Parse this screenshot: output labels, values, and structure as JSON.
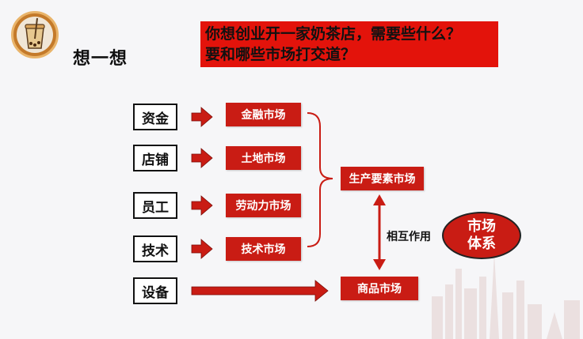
{
  "heading": "想一想",
  "question": {
    "line1": "你想创业开一家奶茶店，需要些什么？",
    "line2": "要和哪些市场打交道？"
  },
  "inputs": [
    "资金",
    "店铺",
    "员工",
    "技术",
    "设备"
  ],
  "markets": [
    "金融市场",
    "土地市场",
    "劳动力市场",
    "技术市场"
  ],
  "factor_market": "生产要素市场",
  "commodity_market": "商品市场",
  "interaction_label": "相互作用",
  "market_system": {
    "line1": "市场",
    "line2": "体系"
  },
  "colors": {
    "accent": "#c91c14",
    "banner": "#e3130b",
    "arrow": "#c91c14"
  }
}
